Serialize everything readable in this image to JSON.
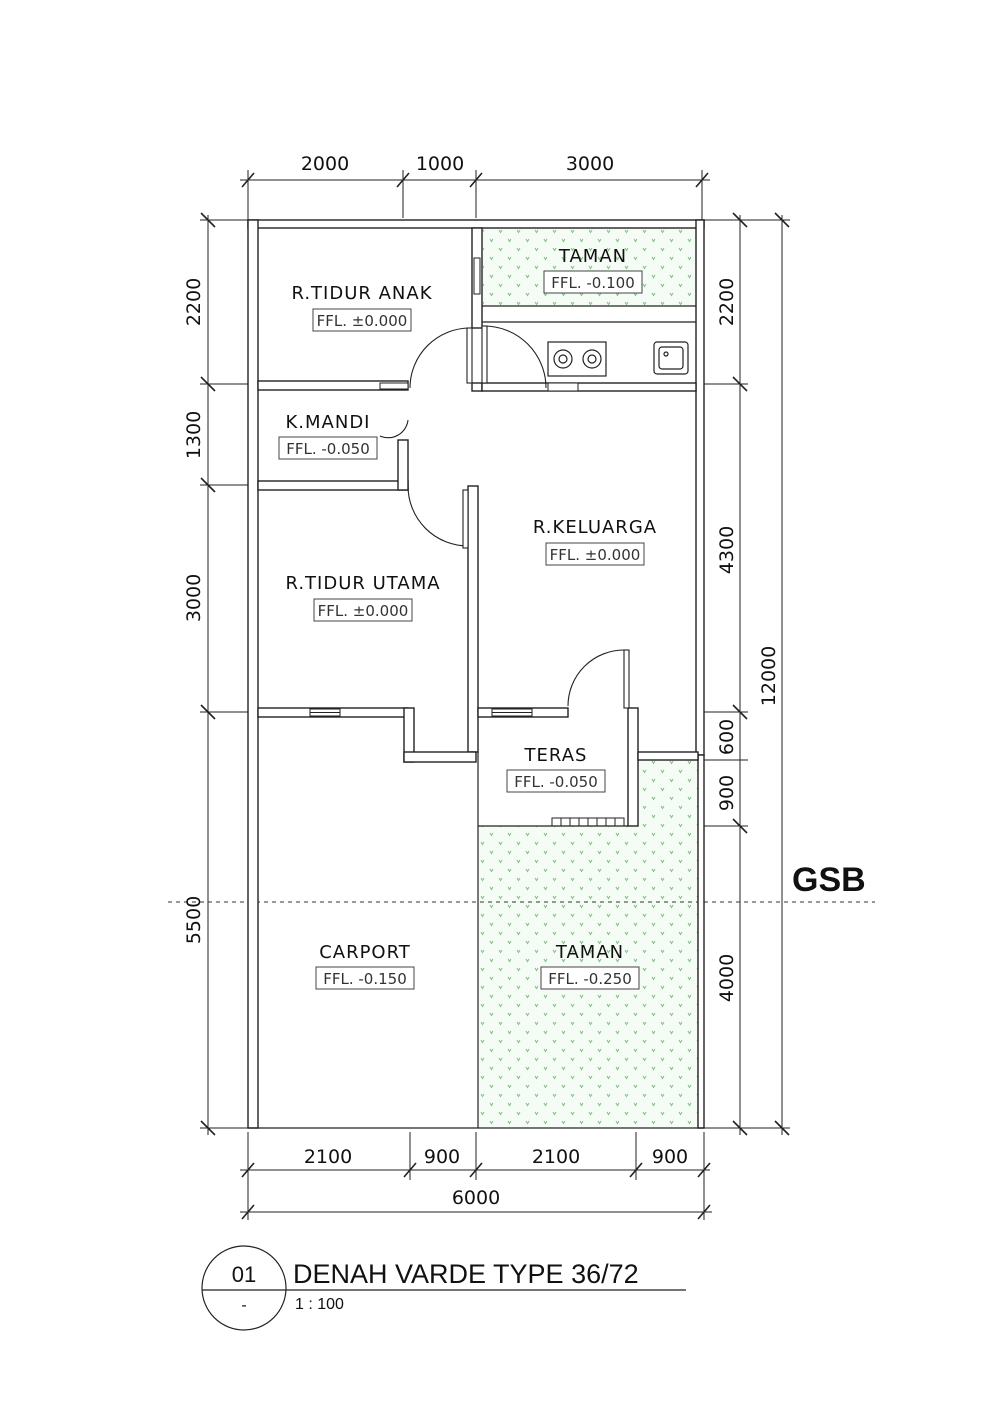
{
  "dimensions": {
    "top": [
      "2000",
      "1000",
      "3000"
    ],
    "bottom_row1": [
      "2100",
      "900",
      "2100",
      "900"
    ],
    "bottom_total": "6000",
    "left": [
      "2200",
      "1300",
      "3000",
      "5500"
    ],
    "right": [
      "2200",
      "4300",
      "600",
      "900",
      "4000"
    ],
    "right_total": "12000"
  },
  "rooms": {
    "tidur_anak": {
      "name": "R.TIDUR  ANAK",
      "level": "FFL. ±0.000"
    },
    "taman_back": {
      "name": "TAMAN",
      "level": "FFL. -0.100"
    },
    "kamar_mandi": {
      "name": "K.MANDI",
      "level": "FFL. -0.050"
    },
    "keluarga": {
      "name": "R.KELUARGA",
      "level": "FFL. ±0.000"
    },
    "tidur_utama": {
      "name": "R.TIDUR  UTAMA",
      "level": "FFL. ±0.000"
    },
    "teras": {
      "name": "TERAS",
      "level": "FFL. -0.050"
    },
    "carport": {
      "name": "CARPORT",
      "level": "FFL. -0.150"
    },
    "taman_front": {
      "name": "TAMAN",
      "level": "FFL. -0.250"
    }
  },
  "gsb_label": "GSB",
  "title_block": {
    "number": "01",
    "sheet": "-",
    "title": "DENAH VARDE TYPE 36/72",
    "scale": "1 : 100"
  },
  "colors": {
    "lines": "#222222",
    "garden_dots": "#7fbf7f",
    "garden_fill": "#f3faf3"
  }
}
